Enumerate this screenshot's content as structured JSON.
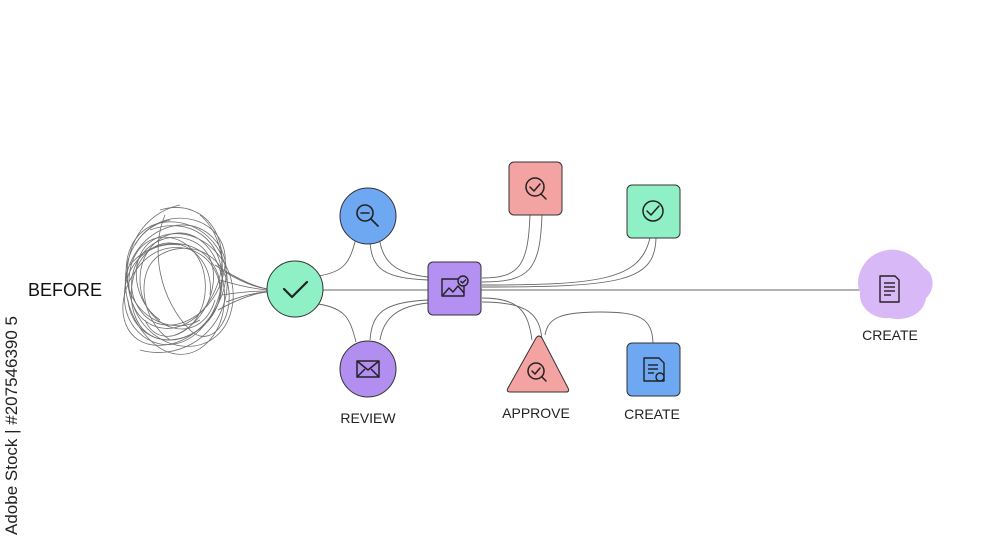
{
  "labels": {
    "before": "BEFORE",
    "review": "REVIEW",
    "approve": "APPROVE",
    "create_small": "CREATE",
    "create_final": "CREATE"
  },
  "credit": "Adobe Stock | #207546390 5",
  "nodes": {
    "start_check": {
      "shape": "circle",
      "color": "#8ef0c4",
      "icon": "check-icon"
    },
    "search_circle": {
      "shape": "circle",
      "color": "#6fa8f2",
      "icon": "search-minus-icon"
    },
    "review_circle": {
      "shape": "circle",
      "color": "#b28ef0",
      "icon": "envelope-icon"
    },
    "hub_square": {
      "shape": "rounded-square",
      "color": "#b390f2",
      "icon": "image-check-icon"
    },
    "search_check_square": {
      "shape": "rounded-square",
      "color": "#f4a3a3",
      "icon": "search-check-icon"
    },
    "check_square": {
      "shape": "rounded-square",
      "color": "#8ef0c4",
      "icon": "check-circle-icon"
    },
    "approve_triangle": {
      "shape": "triangle",
      "color": "#f4a3a3",
      "icon": "search-check-icon"
    },
    "create_square": {
      "shape": "rounded-square",
      "color": "#6fa8f2",
      "icon": "document-icon"
    },
    "final_blob": {
      "shape": "blob",
      "color": "#d9b8f7",
      "icon": "document-icon"
    }
  }
}
